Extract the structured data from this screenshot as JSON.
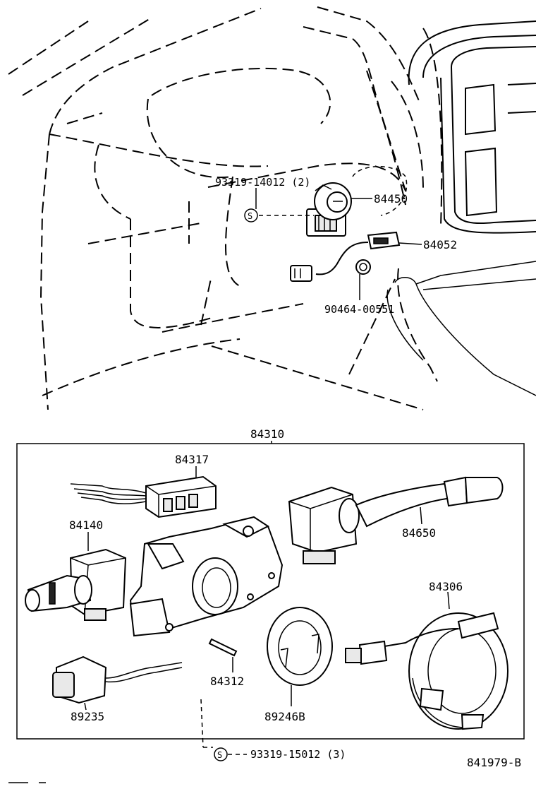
{
  "diagram_id": "841979-B",
  "assembly": {
    "label": "84310"
  },
  "dashboard_parts": [
    {
      "label": "93319-14012 (2)"
    },
    {
      "label": "84450"
    },
    {
      "label": "84052"
    },
    {
      "label": "90464-00551"
    }
  ],
  "assembly_parts": [
    {
      "label": "84317"
    },
    {
      "label": "84140"
    },
    {
      "label": "84650"
    },
    {
      "label": "84306"
    },
    {
      "label": "84312"
    },
    {
      "label": "89235"
    },
    {
      "label": "89246B"
    }
  ],
  "screw_symbol": "S",
  "screw_callouts": [
    {
      "label": "93319-15012 (3)"
    }
  ]
}
